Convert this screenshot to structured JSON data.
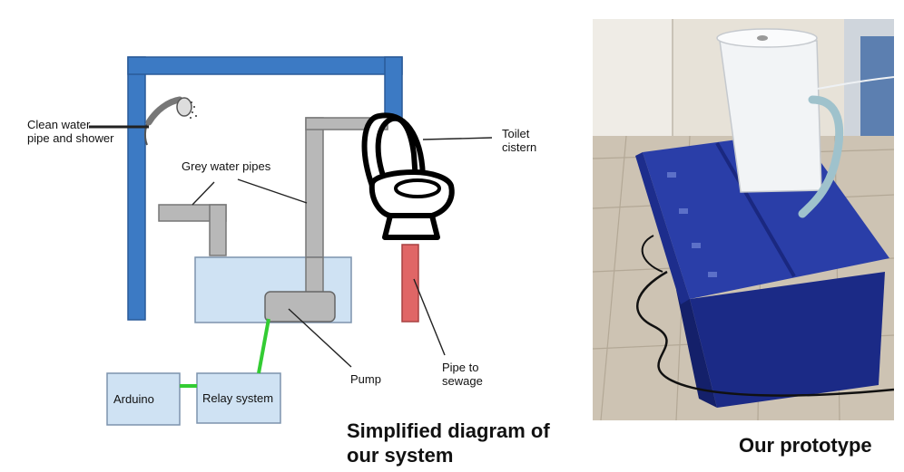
{
  "diagram": {
    "labels": {
      "clean_water": "Clean water\npipe and shower",
      "grey_water": "Grey water pipes",
      "toilet_cistern": "Toilet\ncistern",
      "pump": "Pump",
      "pipe_to_sewage": "Pipe to\nsewage",
      "arduino": "Arduino",
      "relay": "Relay system"
    },
    "caption": "Simplified diagram of\nour system"
  },
  "photo": {
    "caption": "Our prototype"
  },
  "colors": {
    "clean_pipe": "#3c7ac4",
    "grey_pipe": "#b8b8b8",
    "sewage_pipe": "#e06666",
    "tank": "#cfe2f3",
    "box": "#cfe2f3",
    "wire": "#33cc33",
    "crate": "#1a2a8a"
  }
}
